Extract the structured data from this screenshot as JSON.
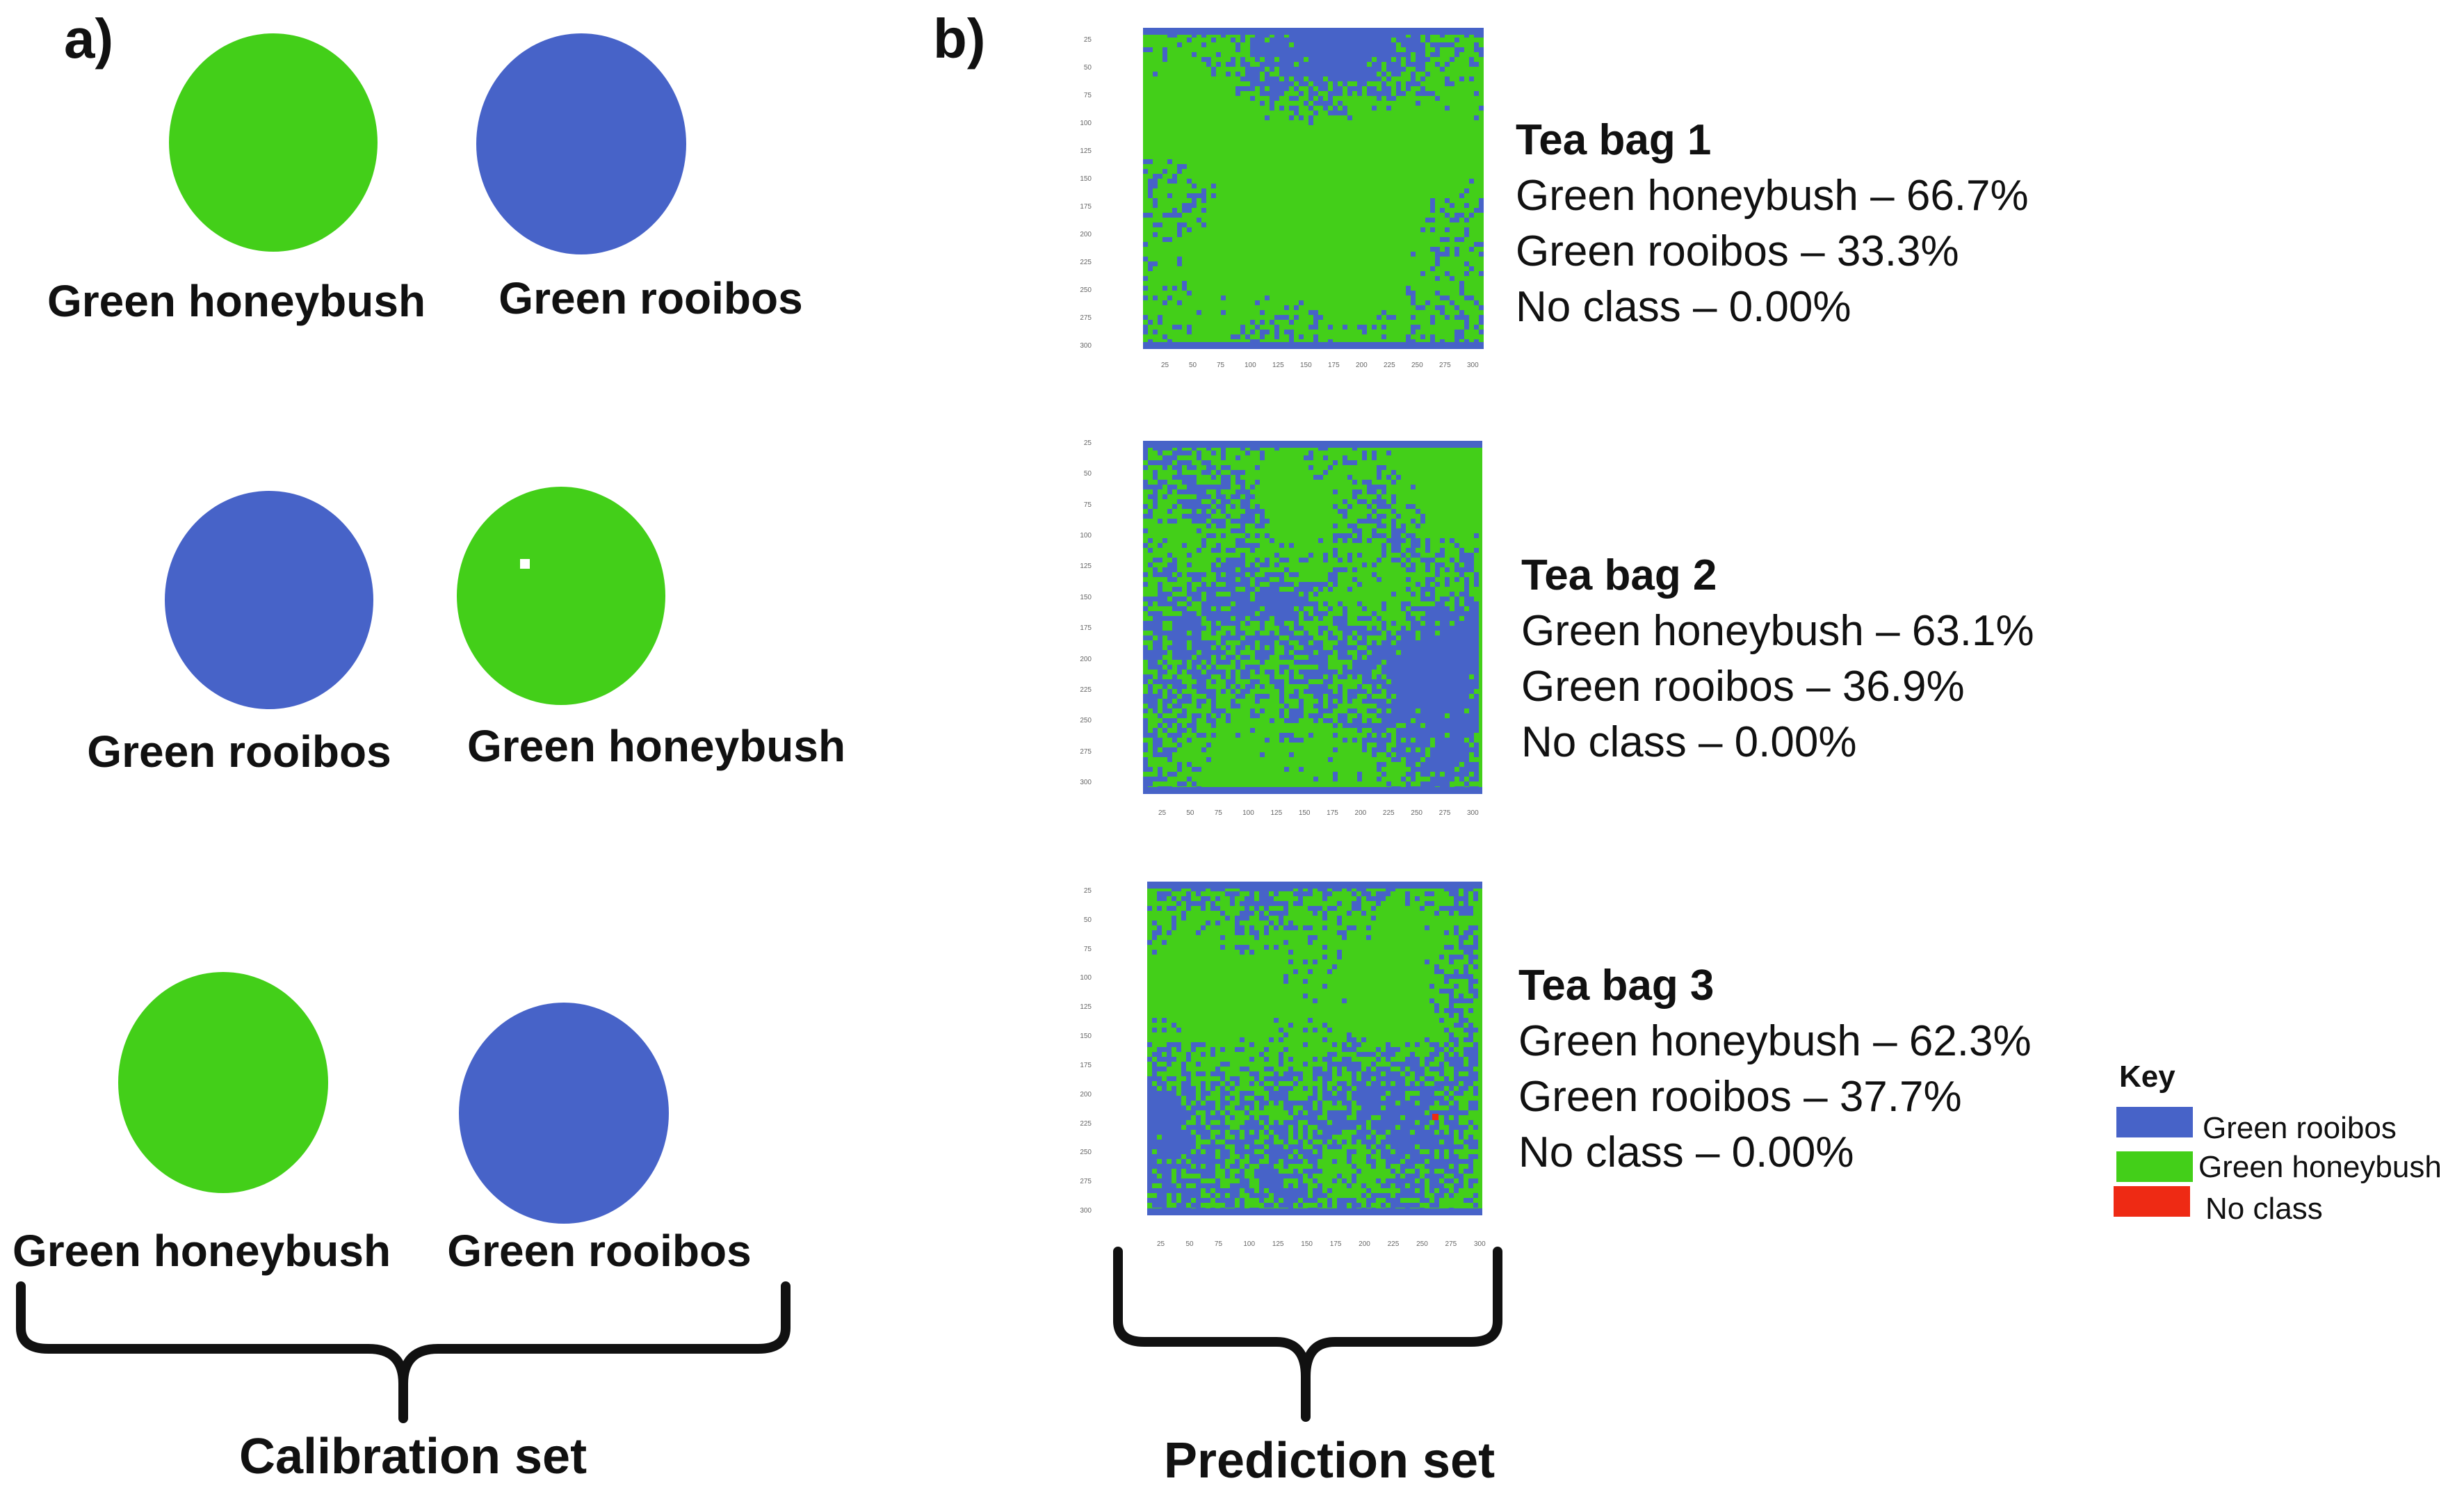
{
  "colors": {
    "rooibos": "#4763c8",
    "honeybush": "#43cf19",
    "no_class": "#ee2a14"
  },
  "panel_a": {
    "label": "a)",
    "pairs": [
      {
        "left": {
          "label": "Green honeybush",
          "class": "honeybush"
        },
        "right": {
          "label": "Green rooibos",
          "class": "rooibos"
        }
      },
      {
        "left": {
          "label": "Green rooibos",
          "class": "rooibos"
        },
        "right": {
          "label": "Green honeybush",
          "class": "honeybush"
        }
      },
      {
        "left": {
          "label": "Green honeybush",
          "class": "honeybush"
        },
        "right": {
          "label": "Green rooibos",
          "class": "rooibos"
        }
      }
    ],
    "set_label": "Calibration set"
  },
  "panel_b": {
    "label": "b)",
    "y_ticks": [
      "25",
      "50",
      "75",
      "100",
      "125",
      "150",
      "175",
      "200",
      "225",
      "250",
      "275",
      "300"
    ],
    "x_ticks": [
      "25",
      "50",
      "75",
      "100",
      "125",
      "150",
      "175",
      "200",
      "225",
      "250",
      "275",
      "300"
    ],
    "bags": [
      {
        "title": "Tea bag 1",
        "honeybush": "Green honeybush – 66.7%",
        "rooibos": "Green rooibos – 33.3%",
        "no_class": "No class – 0.00%",
        "honeybush_fraction": 0.667
      },
      {
        "title": "Tea bag 2",
        "honeybush": "Green honeybush – 63.1%",
        "rooibos": "Green rooibos – 36.9%",
        "no_class": "No class – 0.00%",
        "honeybush_fraction": 0.631
      },
      {
        "title": "Tea bag 3",
        "honeybush": "Green honeybush – 62.3%",
        "rooibos": "Green rooibos – 37.7%",
        "no_class": "No class – 0.00%",
        "honeybush_fraction": 0.623
      }
    ],
    "set_label": "Prediction set"
  },
  "key": {
    "title": "Key",
    "items": [
      {
        "label": "Green rooibos",
        "class": "rooibos"
      },
      {
        "label": "Green honeybush",
        "class": "honeybush"
      },
      {
        "label": "No class",
        "class": "no_class"
      }
    ]
  }
}
